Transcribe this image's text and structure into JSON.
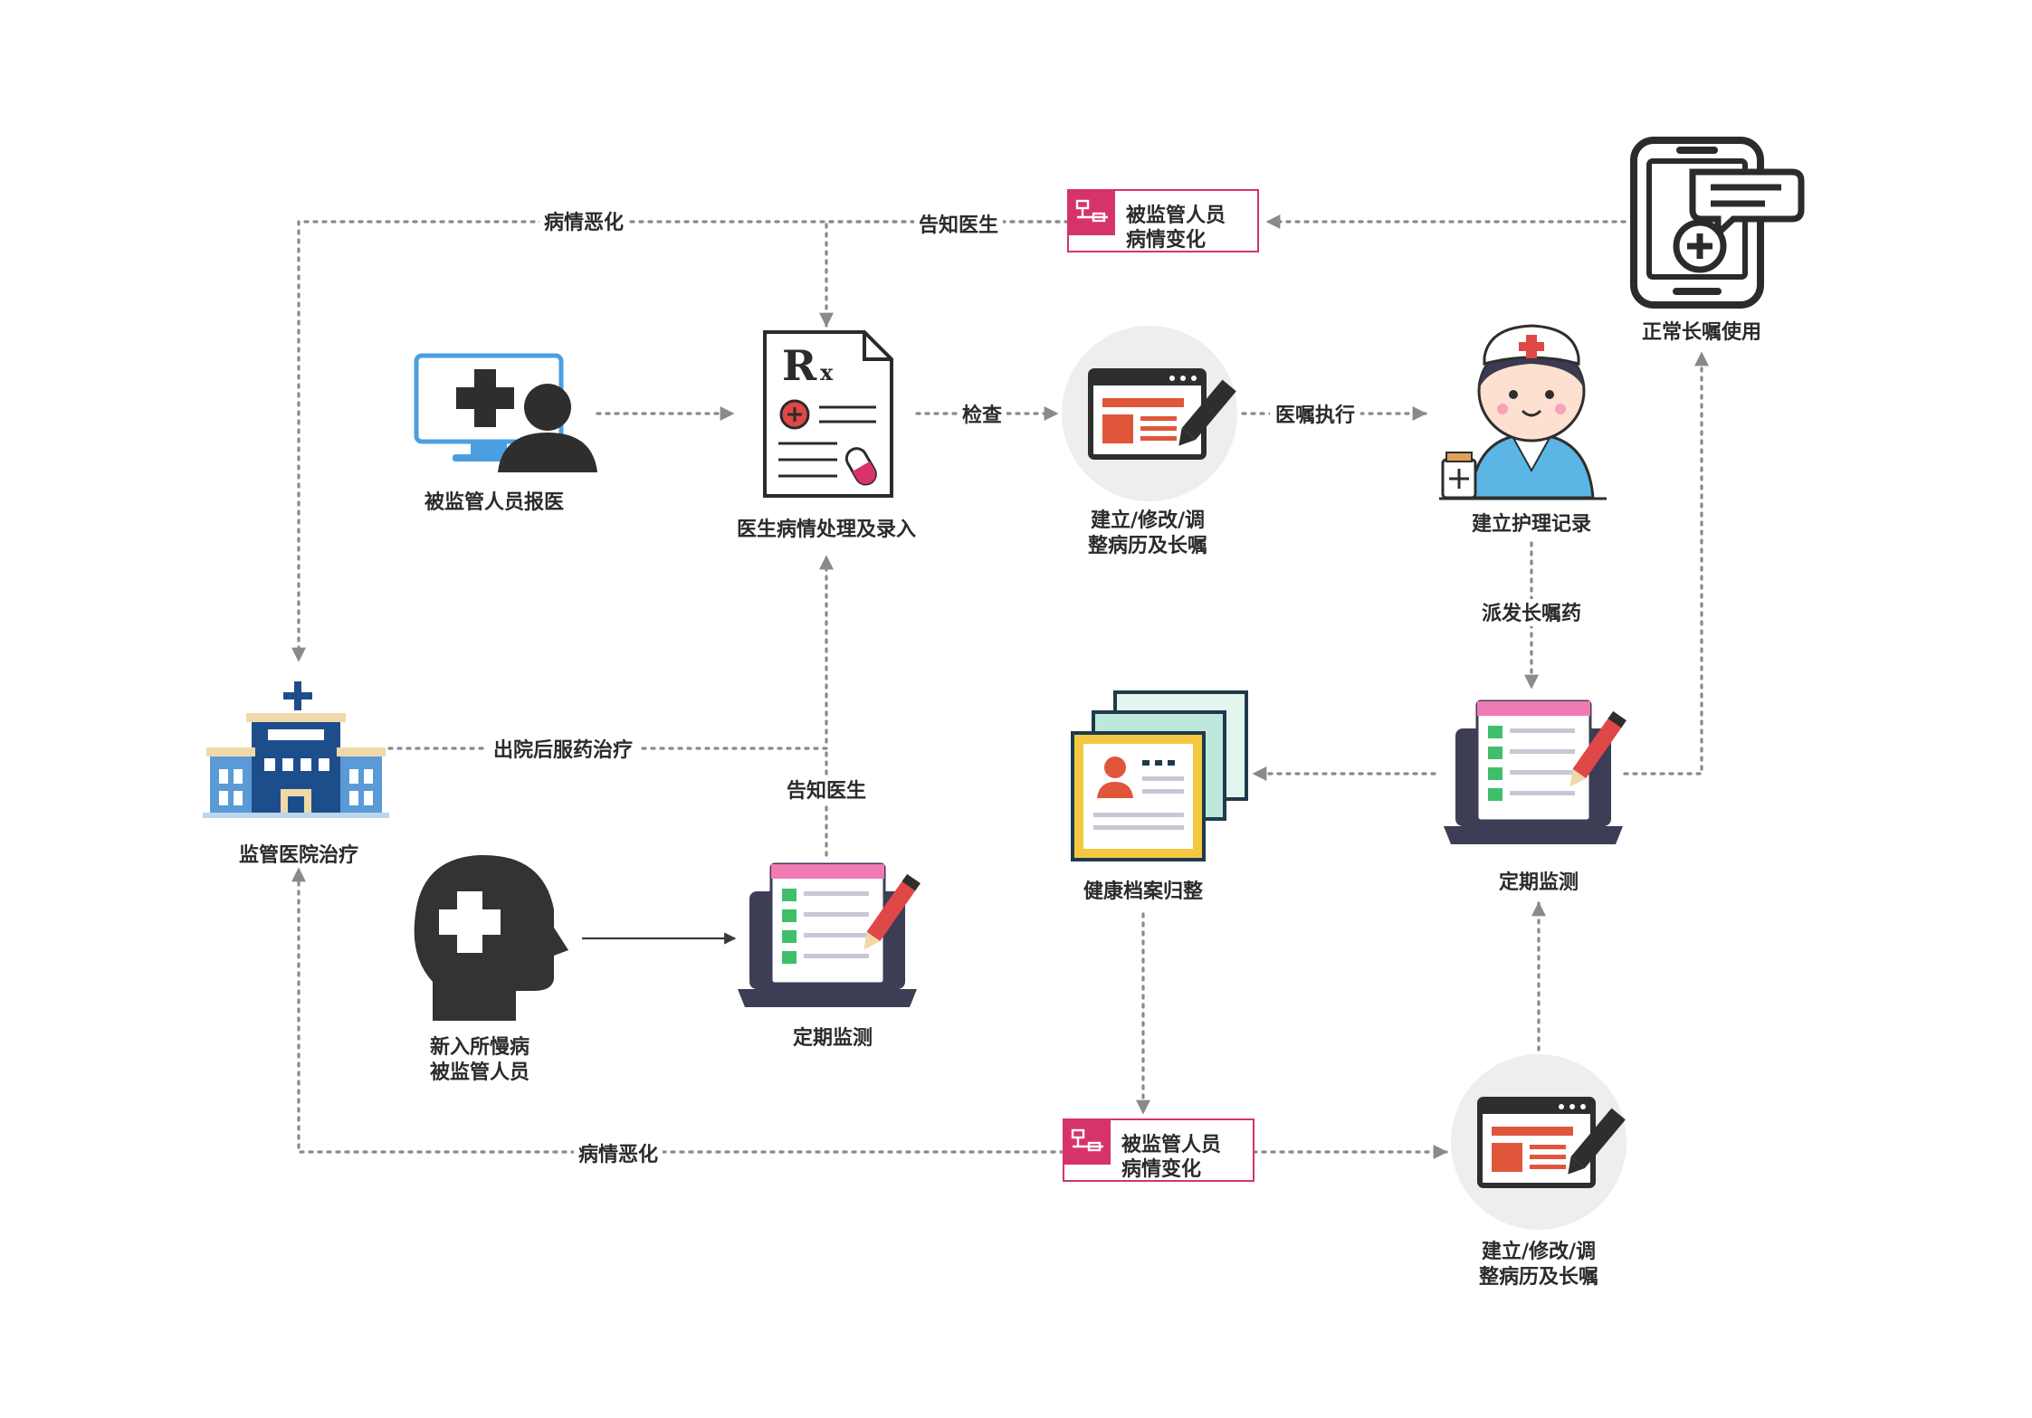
{
  "nodes": {
    "report": "被监管人员报医",
    "doctor": "医生病情处理及录入",
    "record_top": [
      "建立/修改/调",
      "整病历及长嘱"
    ],
    "nurse": "建立护理记录",
    "tablet": "正常长嘱使用",
    "hospital": "监管医院治疗",
    "chronic": [
      "新入所慢病",
      "被监管人员"
    ],
    "monitor_mid": "定期监测",
    "archive": "健康档案归整",
    "monitor_right": "定期监测",
    "record_bottom": [
      "建立/修改/调",
      "整病历及长嘱"
    ],
    "change_top": [
      "被监管人员",
      "病情变化"
    ],
    "change_bottom": [
      "被监管人员",
      "病情变化"
    ]
  },
  "edges": {
    "worsen_top": "病情恶化",
    "notify_top": "告知医生",
    "check": "检查",
    "execute": "医嘱执行",
    "dispense": "派发长嘱药",
    "discharge": "出院后服药治疗",
    "notify_mid": "告知医生",
    "worsen_bottom": "病情恶化"
  },
  "colors": {
    "accent": "#d6336c",
    "edge": "#8a8a8a",
    "text": "#2b2b2b"
  }
}
